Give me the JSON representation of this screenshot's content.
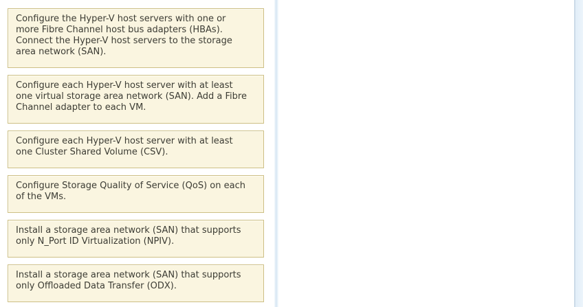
{
  "options": [
    "Configure the Hyper-V host servers with one or\nmore Fibre Channel host bus adapters (HBAs).\nConnect the Hyper-V host servers to the storage\narea network (SAN).",
    "Configure each Hyper-V host server with at least\none virtual storage area network (SAN). Add a Fibre\nChannel adapter to each VM.",
    "Configure each Hyper-V host server with at least\none Cluster Shared Volume (CSV).",
    "Configure Storage Quality of Service (QoS) on each\nof the VMs.",
    "Install a storage area network (SAN) that supports\nonly N_Port ID Virtualization (NPIV).",
    "Install a storage area network (SAN) that supports\nonly Offloaded Data Transfer (ODX)."
  ],
  "colors": {
    "option_box_background": "#faf5e0",
    "option_box_border": "#cdbf85",
    "option_text": "#3c3c34",
    "pane_divider_blue": "#d7e6f3",
    "edge_strip_background": "#ecf4fb",
    "edge_strip_border": "#ccdbe8",
    "page_background": "#ffffff"
  }
}
